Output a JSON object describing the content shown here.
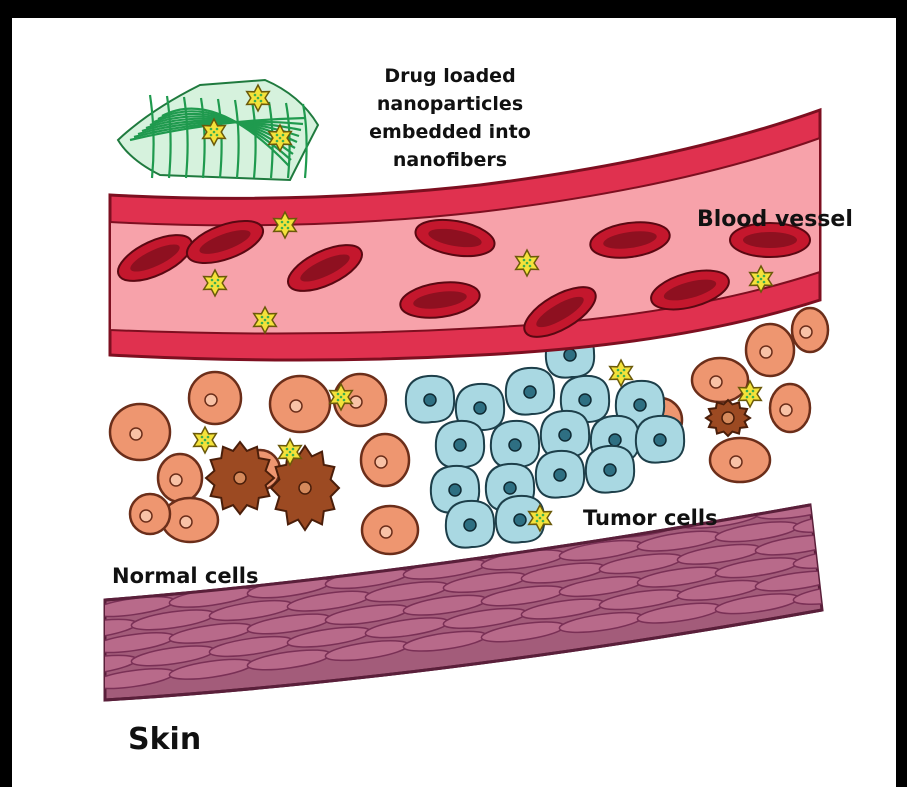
{
  "labels": {
    "drug": [
      "Drug loaded",
      "nanoparticles",
      "embedded into",
      "nanofibers"
    ],
    "blood_vessel": "Blood vessel",
    "tumor_cells": "Tumor cells",
    "normal_cells": "Normal cells",
    "skin": "Skin"
  },
  "colors": {
    "frame": "#000000",
    "background": "#ffffff",
    "vessel_wall": "#e0314f",
    "vessel_lumen": "#f7a2aa",
    "red_cell": "#c4172d",
    "red_cell_center": "#8e1020",
    "normal_cell": "#ee9670",
    "normal_cell_edge": "#6b2e1a",
    "damaged_cell": "#9c4a22",
    "tumor_cell": "#a9d8e2",
    "tumor_nucleus": "#2e6f82",
    "nanoparticle": "#f4e23a",
    "nanoparticle_dot": "#3cae4f",
    "nanofiber": "#1f9a4e",
    "skin_tissue": "#a35c7a",
    "skin_fiber": "#7a3056"
  },
  "icons": [
    "nanoparticle-star-icon",
    "nanofiber-mesh-icon",
    "red-blood-cell-icon",
    "normal-cell-icon",
    "tumor-cell-icon",
    "damaged-cell-icon"
  ]
}
